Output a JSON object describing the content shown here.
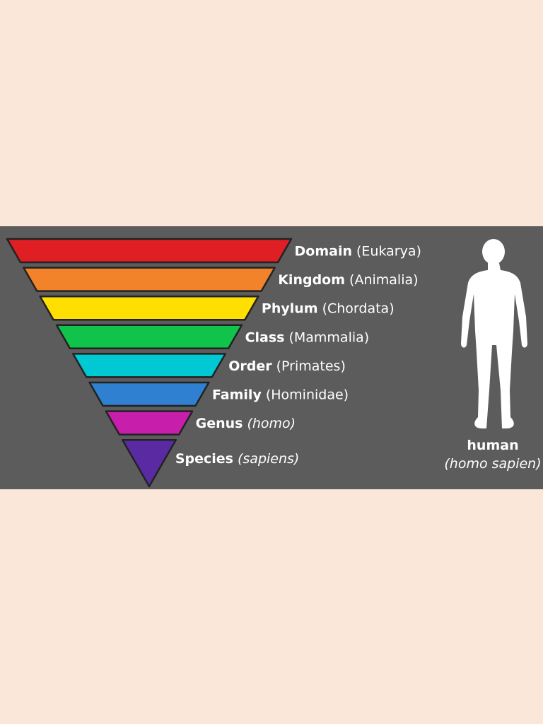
{
  "background_color": "#fbe7da",
  "panel_color": "#5c5c5c",
  "levels": [
    {
      "rank": "Domain",
      "example": "(Eukarya)",
      "example_italic": false,
      "color": "#e01f24"
    },
    {
      "rank": "Kingdom",
      "example": "(Animalia)",
      "example_italic": false,
      "color": "#f2832a"
    },
    {
      "rank": "Phylum",
      "example": "(Chordata)",
      "example_italic": false,
      "color": "#ffdf00"
    },
    {
      "rank": "Class",
      "example": "(Mammalia)",
      "example_italic": false,
      "color": "#10c34a"
    },
    {
      "rank": "Order",
      "example": "(Primates)",
      "example_italic": false,
      "color": "#00c9d3"
    },
    {
      "rank": "Family",
      "example": "(Hominidae)",
      "example_italic": false,
      "color": "#2f80d0"
    },
    {
      "rank": "Genus",
      "example": "(homo)",
      "example_italic": true,
      "color": "#c71fac"
    },
    {
      "rank": "Species",
      "example": "(sapiens)",
      "example_italic": true,
      "color": "#5a2aa2"
    }
  ],
  "figure": {
    "icon": "human-silhouette-icon",
    "name": "human",
    "scientific_name": "(homo sapien)"
  }
}
